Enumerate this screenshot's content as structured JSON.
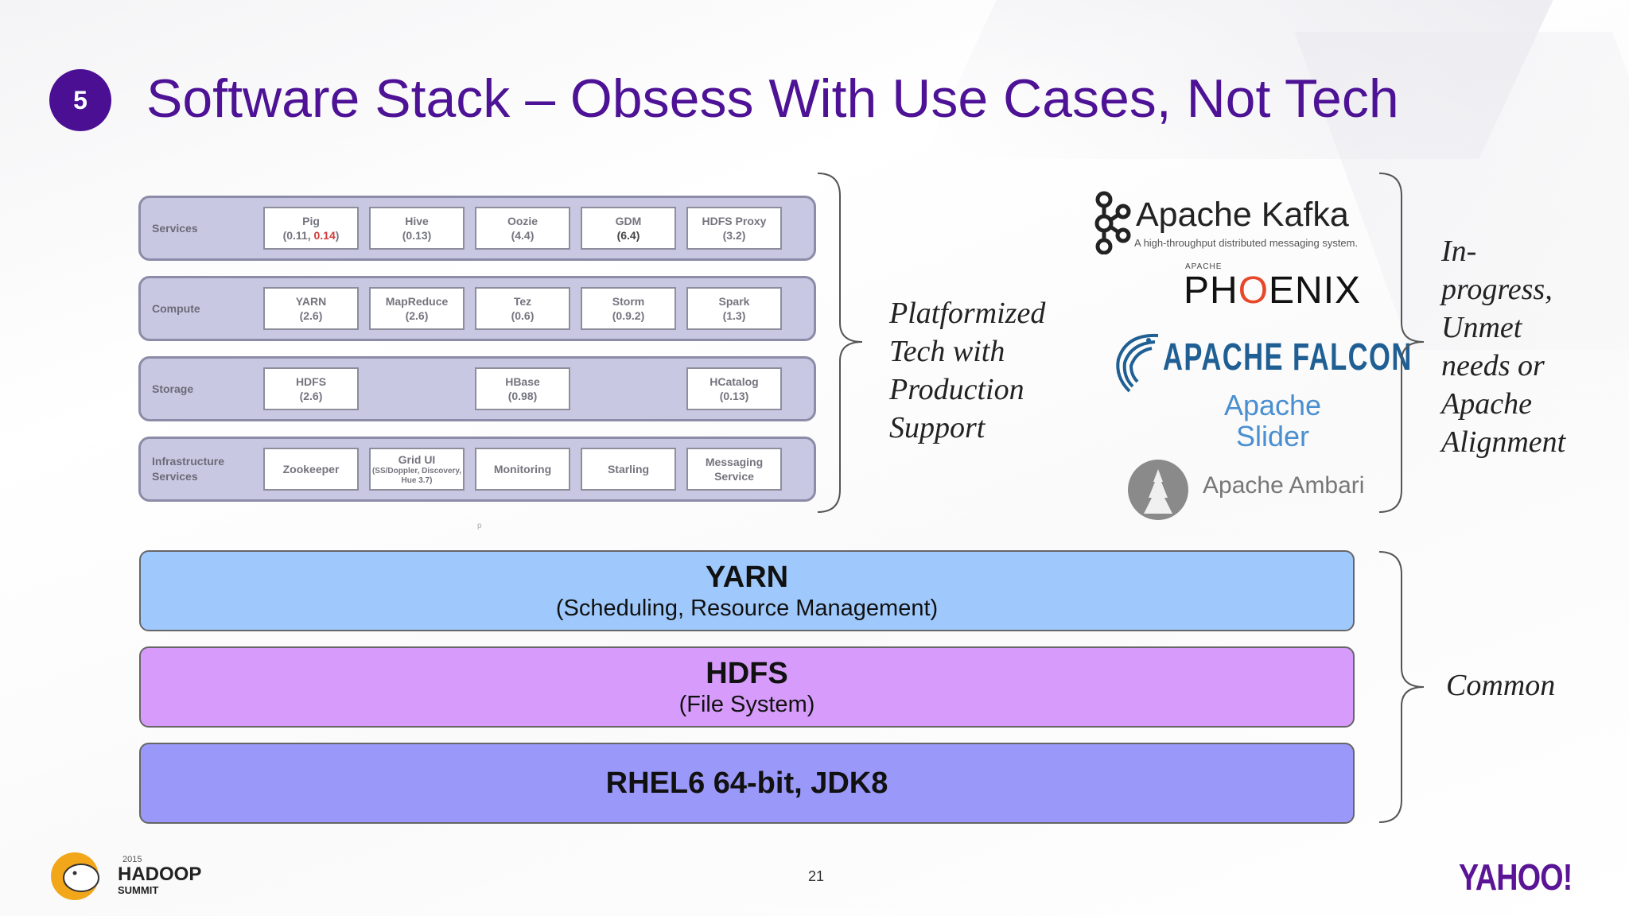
{
  "slide": {
    "number": "5",
    "title": "Software Stack – Obsess With Use Cases, Not Tech",
    "page": "21"
  },
  "stack_table": {
    "rows": [
      {
        "label": "Services",
        "cells": [
          {
            "name": "Pig",
            "version_prefix": "(0.11, ",
            "version_highlight": "0.14",
            "version_suffix": ")",
            "highlight_color": "#d23a3a"
          },
          {
            "name": "Hive",
            "version": "(0.13)"
          },
          {
            "name": "Oozie",
            "version": "(4.4)"
          },
          {
            "name": "GDM",
            "version": "(6.4)"
          },
          {
            "name": "HDFS Proxy",
            "version": "(3.2)"
          }
        ]
      },
      {
        "label": "Compute",
        "cells": [
          {
            "name": "YARN",
            "version": "(2.6)"
          },
          {
            "name": "MapReduce",
            "version": "(2.6)"
          },
          {
            "name": "Tez",
            "version": "(0.6)"
          },
          {
            "name": "Storm",
            "version": "(0.9.2)"
          },
          {
            "name": "Spark",
            "version": "(1.3)"
          }
        ]
      },
      {
        "label": "Storage",
        "cells": [
          {
            "name": "HDFS",
            "version": "(2.6)"
          },
          {
            "name": "HBase",
            "version": "(0.98)"
          },
          {
            "name": "HCatalog",
            "version": "(0.13)"
          }
        ]
      },
      {
        "label": "Infrastructure Services",
        "cells": [
          {
            "name": "Zookeeper"
          },
          {
            "name": "Grid UI",
            "detail": "(SS/Doppler, Discovery, Hue 3.7)"
          },
          {
            "name": "Monitoring"
          },
          {
            "name": "Starling"
          },
          {
            "name": "Messaging Service"
          }
        ]
      }
    ],
    "mark": "p"
  },
  "annotations": {
    "platformized": "Platformized Tech with Production Support",
    "platformized_lines": [
      "Platformized",
      "Tech with",
      "Production",
      "Support"
    ],
    "in_progress_lines": [
      "In-",
      "progress,",
      "Unmet",
      "needs or",
      "Apache",
      "Alignment"
    ],
    "common": "Common"
  },
  "logos": {
    "kafka": {
      "name": "Apache Kafka",
      "tagline": "A high-throughput distributed messaging system."
    },
    "phoenix": {
      "prefix": "APACHE",
      "name_left": "PH",
      "name_flame": "O",
      "name_right": "ENIX"
    },
    "falcon": "APACHE FALCON",
    "slider": "Apache Slider",
    "ambari": "Apache Ambari",
    "hadoop_summit": {
      "year": "2015",
      "name": "HADOOP",
      "sub": "SUMMIT"
    },
    "yahoo": "YAHOO!"
  },
  "layers": {
    "yarn": {
      "title": "YARN",
      "subtitle": "(Scheduling, Resource Management)",
      "color": "#9fc9fc"
    },
    "hdfs": {
      "title": "HDFS",
      "subtitle": "(File System)",
      "color": "#d79cfb"
    },
    "os": {
      "title": "RHEL6 64-bit, JDK8",
      "color": "#9a98f8"
    }
  },
  "colors": {
    "title": "#4d1295",
    "badge": "#4b0f93"
  }
}
